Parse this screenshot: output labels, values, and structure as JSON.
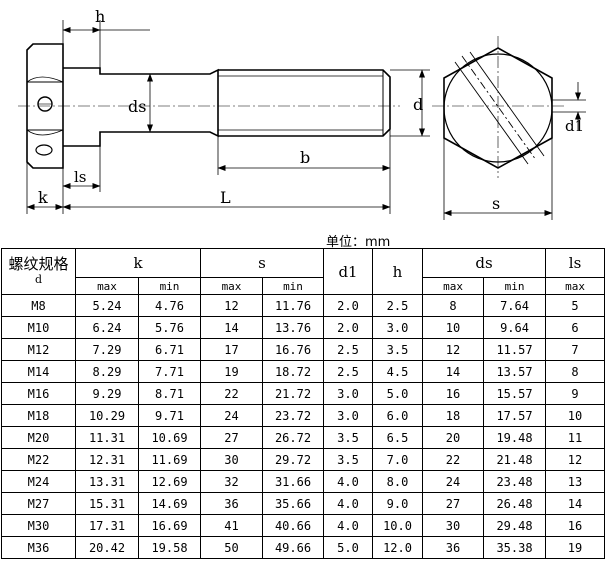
{
  "drawing": {
    "labels": {
      "h": "h",
      "ds": "ds",
      "d_side": "d",
      "d1": "d1",
      "k": "k",
      "ls": "ls",
      "L": "L",
      "b": "b",
      "s": "s"
    }
  },
  "unit_label": "单位：mm",
  "table": {
    "header": {
      "grade_line1": "螺纹规格",
      "grade_line2": "d",
      "k": "k",
      "s": "s",
      "d1": "d1",
      "h": "h",
      "ds": "ds",
      "ls": "ls",
      "max": "max",
      "min": "min"
    },
    "rows": [
      {
        "d": "M8",
        "k_max": "5.24",
        "k_min": "4.76",
        "s_max": "12",
        "s_min": "11.76",
        "d1": "2.0",
        "h": "2.5",
        "ds_max": "8",
        "ds_min": "7.64",
        "ls_max": "5"
      },
      {
        "d": "M10",
        "k_max": "6.24",
        "k_min": "5.76",
        "s_max": "14",
        "s_min": "13.76",
        "d1": "2.0",
        "h": "3.0",
        "ds_max": "10",
        "ds_min": "9.64",
        "ls_max": "6"
      },
      {
        "d": "M12",
        "k_max": "7.29",
        "k_min": "6.71",
        "s_max": "17",
        "s_min": "16.76",
        "d1": "2.5",
        "h": "3.5",
        "ds_max": "12",
        "ds_min": "11.57",
        "ls_max": "7"
      },
      {
        "d": "M14",
        "k_max": "8.29",
        "k_min": "7.71",
        "s_max": "19",
        "s_min": "18.72",
        "d1": "2.5",
        "h": "4.5",
        "ds_max": "14",
        "ds_min": "13.57",
        "ls_max": "8"
      },
      {
        "d": "M16",
        "k_max": "9.29",
        "k_min": "8.71",
        "s_max": "22",
        "s_min": "21.72",
        "d1": "3.0",
        "h": "5.0",
        "ds_max": "16",
        "ds_min": "15.57",
        "ls_max": "9"
      },
      {
        "d": "M18",
        "k_max": "10.29",
        "k_min": "9.71",
        "s_max": "24",
        "s_min": "23.72",
        "d1": "3.0",
        "h": "6.0",
        "ds_max": "18",
        "ds_min": "17.57",
        "ls_max": "10"
      },
      {
        "d": "M20",
        "k_max": "11.31",
        "k_min": "10.69",
        "s_max": "27",
        "s_min": "26.72",
        "d1": "3.5",
        "h": "6.5",
        "ds_max": "20",
        "ds_min": "19.48",
        "ls_max": "11"
      },
      {
        "d": "M22",
        "k_max": "12.31",
        "k_min": "11.69",
        "s_max": "30",
        "s_min": "29.72",
        "d1": "3.5",
        "h": "7.0",
        "ds_max": "22",
        "ds_min": "21.48",
        "ls_max": "12"
      },
      {
        "d": "M24",
        "k_max": "13.31",
        "k_min": "12.69",
        "s_max": "32",
        "s_min": "31.66",
        "d1": "4.0",
        "h": "8.0",
        "ds_max": "24",
        "ds_min": "23.48",
        "ls_max": "13"
      },
      {
        "d": "M27",
        "k_max": "15.31",
        "k_min": "14.69",
        "s_max": "36",
        "s_min": "35.66",
        "d1": "4.0",
        "h": "9.0",
        "ds_max": "27",
        "ds_min": "26.48",
        "ls_max": "14"
      },
      {
        "d": "M30",
        "k_max": "17.31",
        "k_min": "16.69",
        "s_max": "41",
        "s_min": "40.66",
        "d1": "4.0",
        "h": "10.0",
        "ds_max": "30",
        "ds_min": "29.48",
        "ls_max": "16"
      },
      {
        "d": "M36",
        "k_max": "20.42",
        "k_min": "19.58",
        "s_max": "50",
        "s_min": "49.66",
        "d1": "5.0",
        "h": "12.0",
        "ds_max": "36",
        "ds_min": "35.38",
        "ls_max": "19"
      }
    ]
  }
}
